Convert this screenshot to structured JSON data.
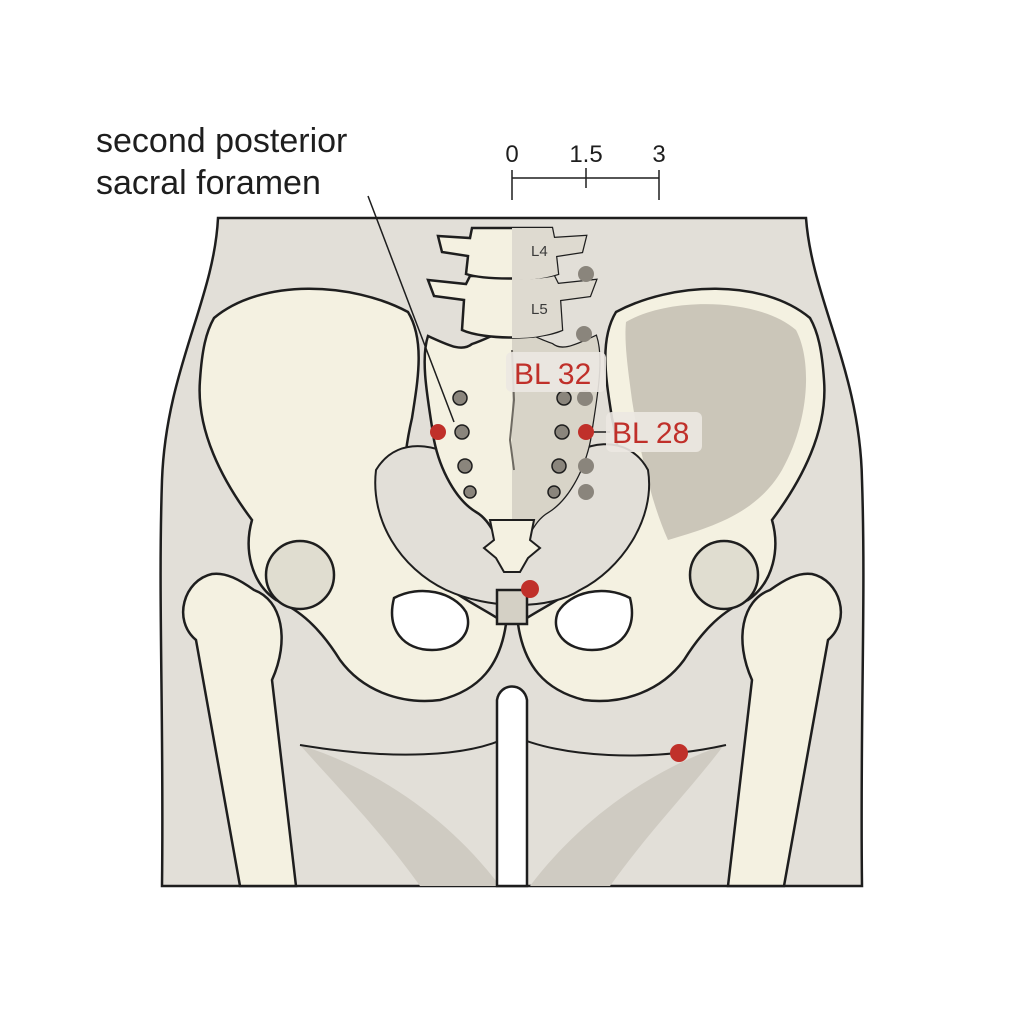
{
  "callout": {
    "line1": "second posterior",
    "line2": "sacral foramen"
  },
  "scale": {
    "ticks": [
      "0",
      "1.5",
      "3"
    ]
  },
  "vertebrae": {
    "upper": "L4",
    "lower": "L5"
  },
  "points": {
    "bl32": "BL 32",
    "bl28": "BL 28"
  },
  "colors": {
    "acupoint": "#c0302a",
    "label_text": "#c0302a",
    "bone": "#f4f1e1",
    "bone_outline": "#1e1e1e",
    "skin": "#e2dfd8",
    "shade": "#b9b4a8",
    "foramen": "#8a857c"
  }
}
